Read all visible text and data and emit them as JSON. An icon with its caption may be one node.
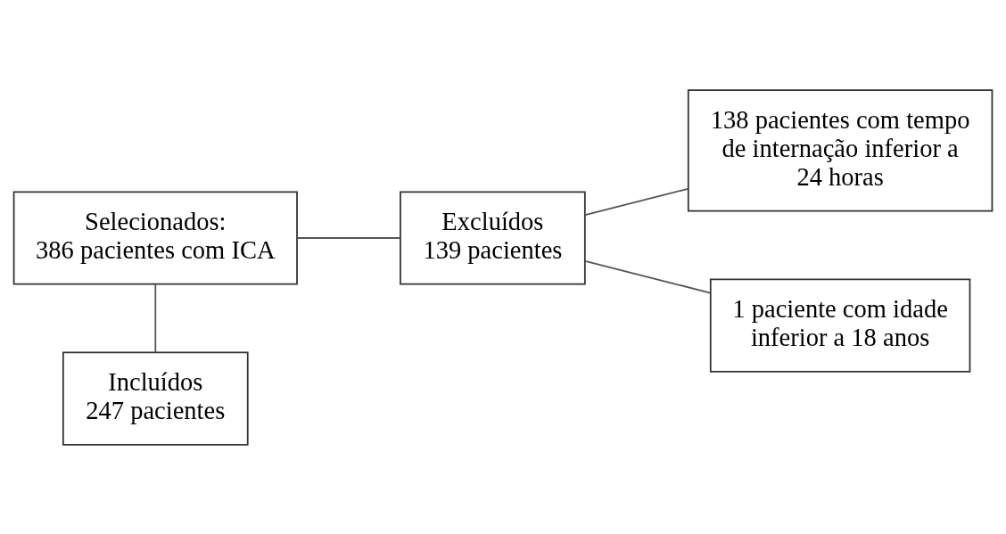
{
  "diagram": {
    "nodes": [
      {
        "text": [
          "Selecionados:",
          "386 pacientes com ICA"
        ]
      },
      {
        "text": [
          "Excluídos",
          "139 pacientes"
        ]
      },
      {
        "text": [
          "138 pacientes com tempo de internação inferior a 24 horas"
        ]
      },
      {
        "text": [
          "1 paciente com idade inferior a 18 anos"
        ]
      },
      {
        "text": [
          "Incluídos",
          "247 pacientes"
        ]
      }
    ],
    "edges": [
      {
        "from": 0,
        "to": 4,
        "arrow": "none"
      },
      {
        "from": 0,
        "to": 1,
        "arrow": "none"
      },
      {
        "from": 1,
        "to": 2,
        "arrow": "none"
      },
      {
        "from": 1,
        "to": 3,
        "arrow": "none"
      }
    ]
  }
}
